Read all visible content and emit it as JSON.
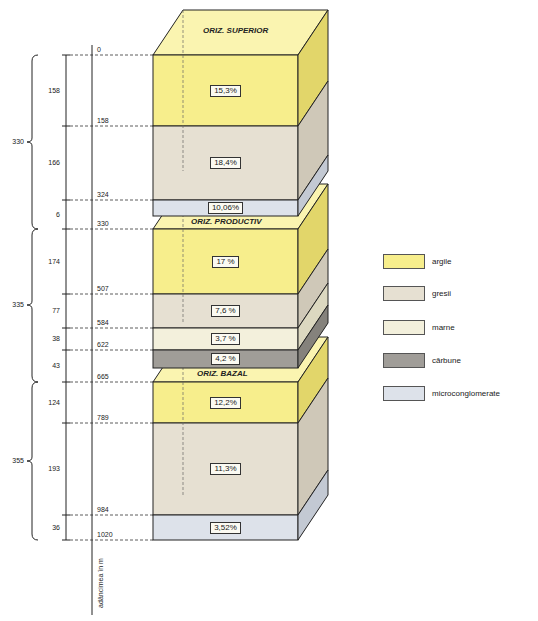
{
  "diagram": {
    "nodes": [
      {
        "text": [
          "ORIZ. SUPERIOR"
        ]
      },
      {
        "text": [
          "15,3%"
        ],
        "in": 0
      },
      {
        "text": [
          "18,4%"
        ],
        "in": 0
      },
      {
        "text": [
          "10,06%"
        ],
        "in": 0
      },
      {
        "text": [
          "ORIZ. PRODUCTIV"
        ]
      },
      {
        "text": [
          "17 %"
        ],
        "in": 4
      },
      {
        "text": [
          "7,6 %"
        ],
        "in": 4
      },
      {
        "text": [
          "3,7 %"
        ],
        "in": 4
      },
      {
        "text": [
          "4,2 %"
        ],
        "in": 4
      },
      {
        "text": [
          "ORIZ. BAZAL"
        ]
      },
      {
        "text": [
          "12,2%"
        ],
        "in": 9
      },
      {
        "text": [
          "11,3%"
        ],
        "in": 9
      },
      {
        "text": [
          "3,52%"
        ],
        "in": 9
      }
    ],
    "labels": [
      "330",
      "335",
      "355",
      "158",
      "166",
      "6",
      "174",
      "77",
      "38",
      "43",
      "124",
      "193",
      "36",
      "0",
      "158",
      "324",
      "330",
      "507",
      "584",
      "622",
      "665",
      "789",
      "984",
      "1020",
      "adâncimea în m"
    ],
    "legend": [
      {
        "text": "argile",
        "color": "#f7ee8c"
      },
      {
        "text": "gresii",
        "color": "#e6e0d2"
      },
      {
        "text": "marne",
        "color": "#f3f0dc"
      },
      {
        "text": "cărbune",
        "color": "#a09d98"
      },
      {
        "text": "microconglomerate",
        "color": "#dde2ea"
      }
    ]
  }
}
